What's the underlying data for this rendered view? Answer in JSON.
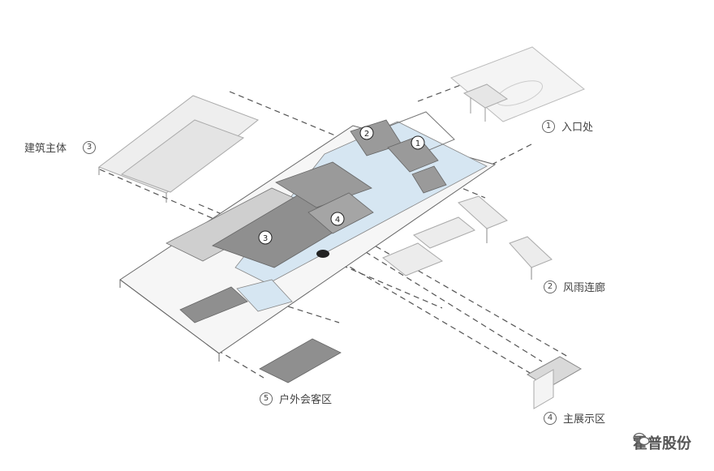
{
  "labels": {
    "entrance": {
      "num": "1",
      "text": "入口处"
    },
    "corridor": {
      "num": "2",
      "text": "风雨连廊"
    },
    "main_building": {
      "num": "3",
      "text": "建筑主体"
    },
    "exhibition": {
      "num": "4",
      "text": "主展示区"
    },
    "outdoor": {
      "num": "5",
      "text": "户外会客区"
    }
  },
  "markers": {
    "m1": "1",
    "m2": "2",
    "m3": "3",
    "m4": "4"
  },
  "watermark": {
    "text": "霍普股份",
    "icon": "wechat-icon"
  },
  "colors": {
    "water": "#d6e6f2",
    "roof": "#8f8f8f",
    "outline": "#7a7a7a",
    "dash": "#555555"
  }
}
